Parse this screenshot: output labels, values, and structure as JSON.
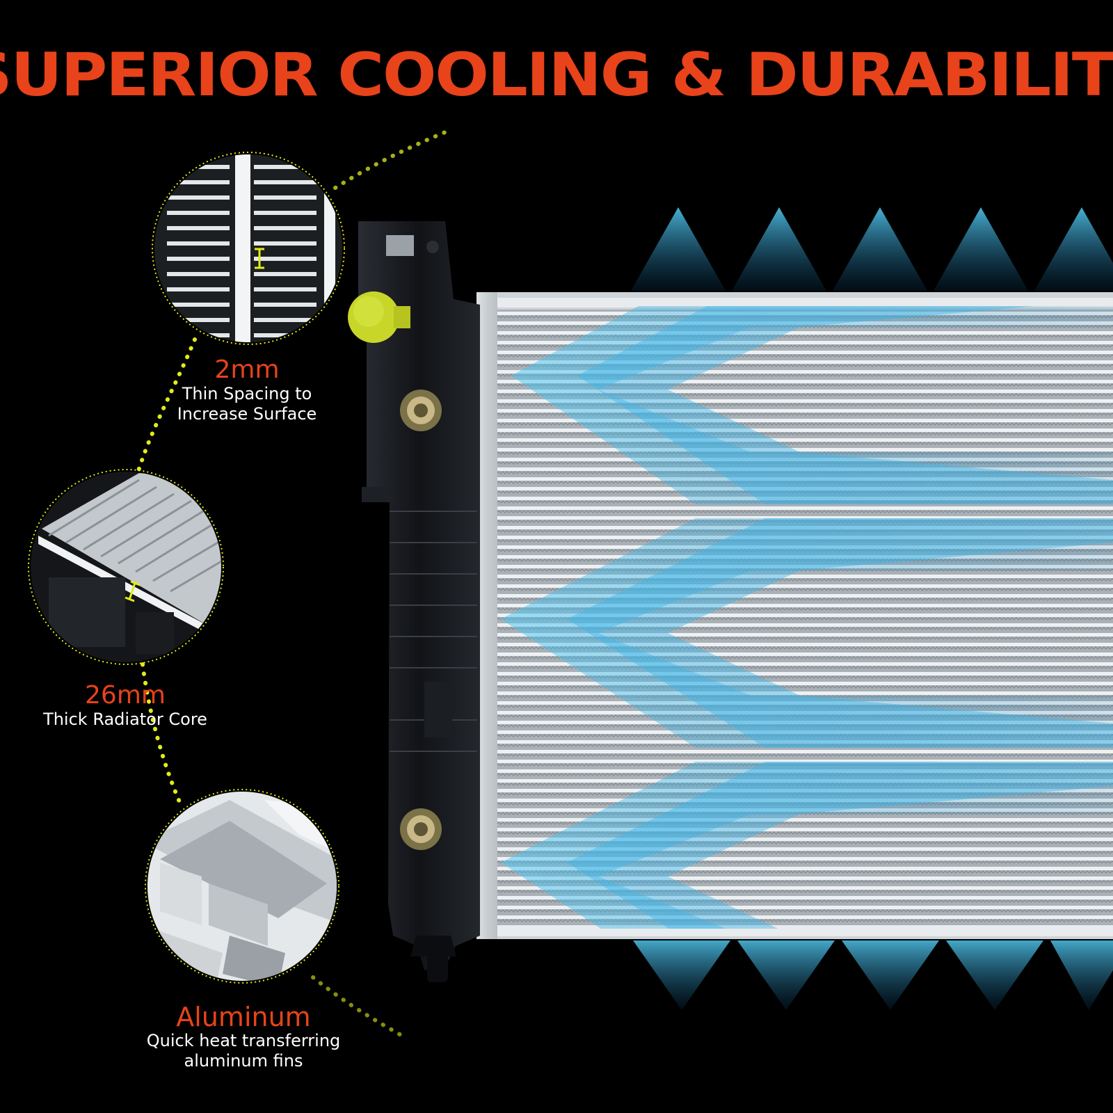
{
  "headline": "SUPERIOR COOLING & DURABILITY",
  "colors": {
    "background": "#000000",
    "accent": "#e8431a",
    "connector": "#e2ec17",
    "airflow": "#3fb5e8",
    "tank": "#14161a",
    "cap": "#c8d62a"
  },
  "callouts": [
    {
      "value": "2mm",
      "description_lines": [
        "Thin Spacing to",
        "Increase Surface"
      ]
    },
    {
      "value": "26mm",
      "description_lines": [
        "Thick Radiator Core"
      ]
    },
    {
      "value": "Aluminum",
      "description_lines": [
        "Quick heat transferring",
        "aluminum fins"
      ]
    }
  ]
}
